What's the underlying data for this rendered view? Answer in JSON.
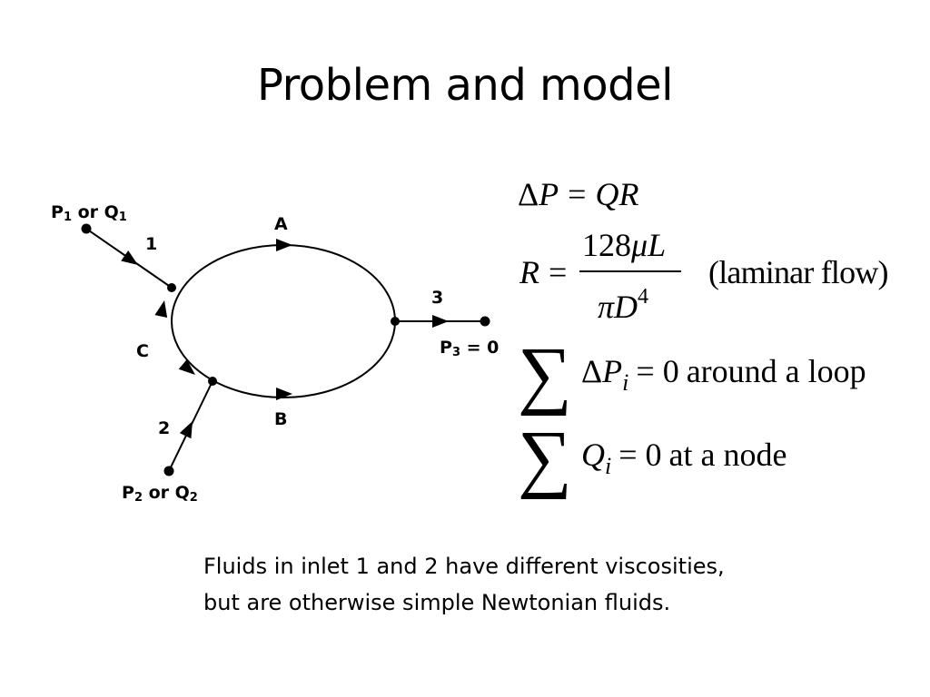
{
  "title": "Problem and model",
  "diagram": {
    "inlet1": {
      "p": "P",
      "sub": "1",
      "or": " or ",
      "q": "Q",
      "qsub": "1"
    },
    "inlet2": {
      "p": "P",
      "sub": "2",
      "or": " or ",
      "q": "Q",
      "qsub": "2"
    },
    "outlet3": {
      "p": "P",
      "sub": "3",
      "rest": " = 0"
    },
    "branch_labels": {
      "one": "1",
      "two": "2",
      "three": "3",
      "a": "A",
      "b": "B",
      "c": "C"
    }
  },
  "equations": {
    "eq1": {
      "delta": "Δ",
      "lhs": "P",
      "eq": "=",
      "rhs": "QR"
    },
    "eq2": {
      "lhs": "R",
      "eq": "=",
      "num_digits": "128",
      "mu": "μ",
      "num_var": "L",
      "den_pi": "π",
      "den_var": "D",
      "den_exp": "4",
      "note": "(laminar flow)"
    },
    "eq3": {
      "sum": "∑",
      "delta": "Δ",
      "var": "P",
      "sub": "i",
      "rhs": "= 0",
      "text": "around a loop"
    },
    "eq4": {
      "sum": "∑",
      "var": "Q",
      "sub": "i",
      "rhs": "= 0",
      "text": "at a node"
    }
  },
  "note": {
    "line1": "Fluids in inlet 1 and 2 have different viscosities,",
    "line2": "but are otherwise simple Newtonian fluids."
  }
}
